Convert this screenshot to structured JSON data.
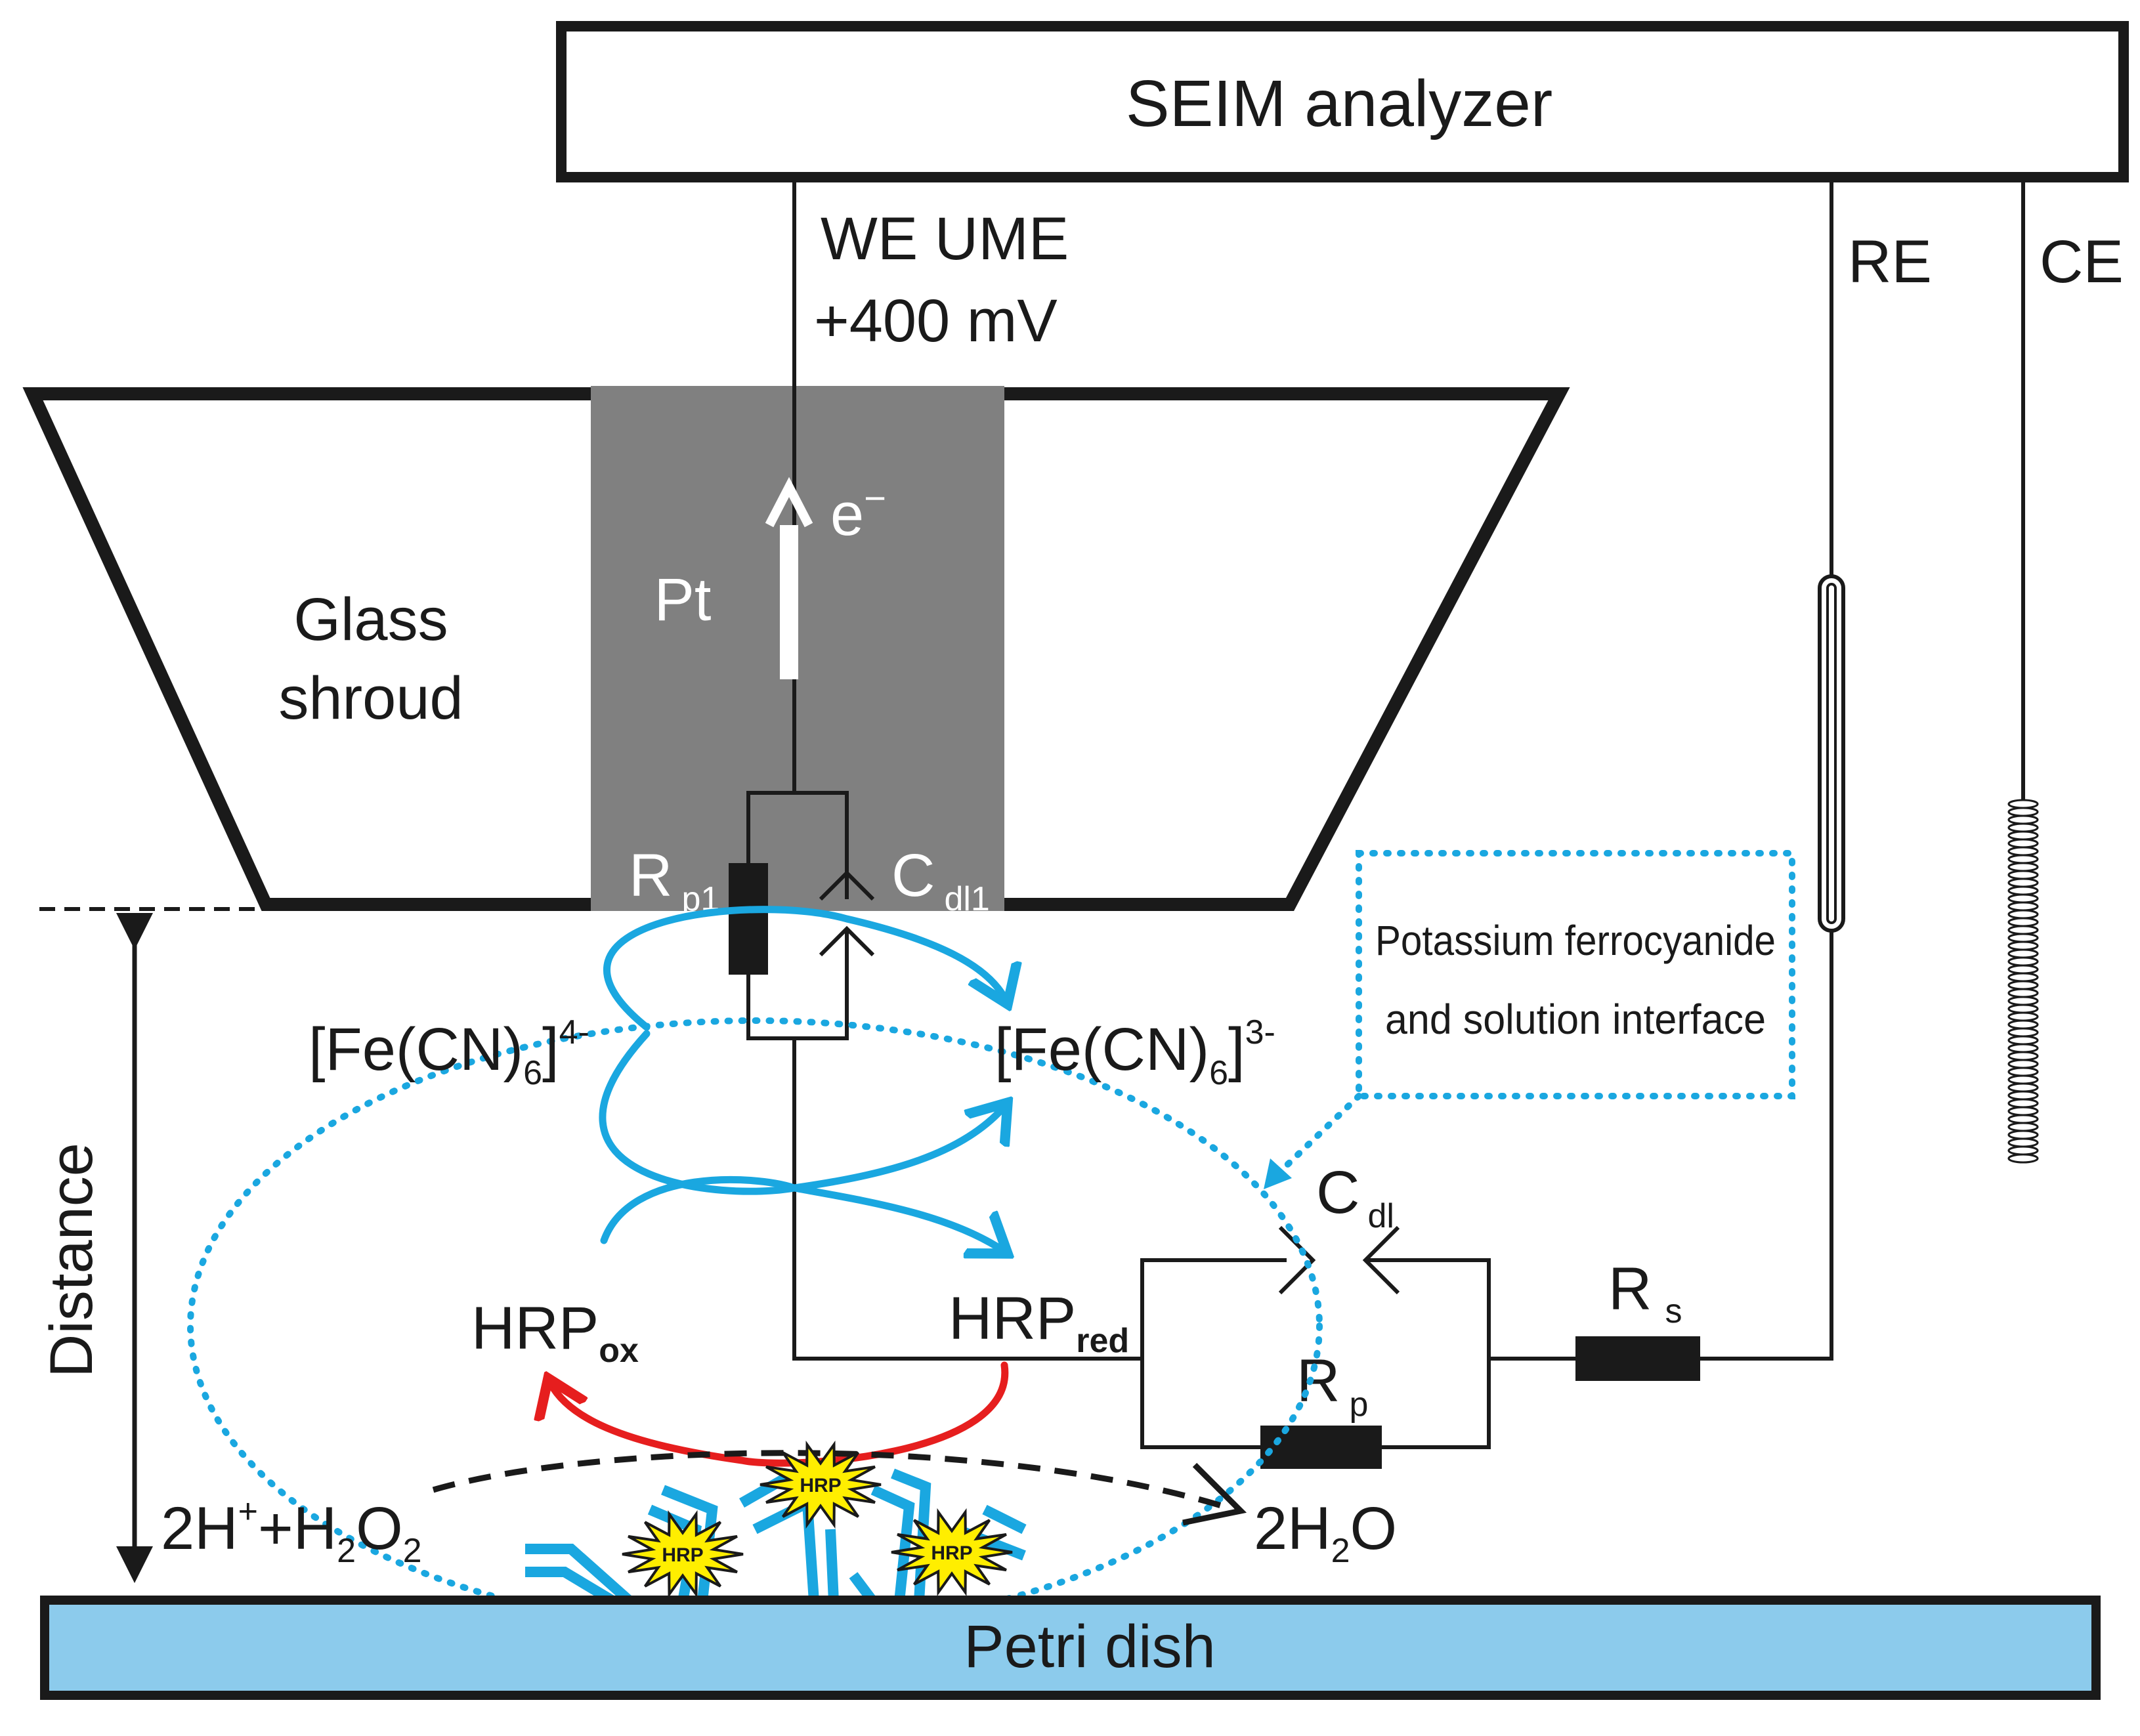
{
  "colors": {
    "outline": "#1a1a1a",
    "pt_fill": "#808080",
    "petri_fill": "#8ccbec",
    "reaction_blue": "#1aa7e0",
    "reaction_red": "#e61e1e",
    "hrp_star": "#ffee00"
  },
  "analyzer": {
    "label": "SEIM analyzer"
  },
  "working_electrode": {
    "line1": "WE UME",
    "line2": "+400 mV"
  },
  "reference_electrode": {
    "label": "RE"
  },
  "counter_electrode": {
    "label": "CE"
  },
  "shroud": {
    "line1": "Glass",
    "line2": "shroud"
  },
  "platinum": {
    "label": "Pt",
    "electron": "e",
    "electron_sup": "−"
  },
  "circuit": {
    "rp1": {
      "main": "R",
      "sub": "p1"
    },
    "cdl1": {
      "main": "C",
      "sub": "dl1"
    },
    "cdl": {
      "main": "C",
      "sub": "dl"
    },
    "rs": {
      "main": "R",
      "sub": "s"
    },
    "rp": {
      "main": "R",
      "sub": "p"
    }
  },
  "species": {
    "ferro": {
      "a": "[Fe(CN)",
      "sub": "6",
      "b": "]",
      "sup": "4-"
    },
    "ferri": {
      "a": "[Fe(CN)",
      "sub": "6",
      "b": "]",
      "sup": "3-"
    },
    "hrp_ox": {
      "main": "HRP",
      "sub": "ox"
    },
    "hrp_red": {
      "main": "HRP",
      "sub": "red"
    },
    "reactants": {
      "a": "2H",
      "sup": "+",
      "b": "+H",
      "sub1": "2",
      "c": "O",
      "sub2": "2"
    },
    "product": {
      "a": "2H",
      "sub": "2",
      "b": "O"
    }
  },
  "interface_box": {
    "line1": "Potassium ferrocyanide",
    "line2": "and solution  interface"
  },
  "distance_label": "Distance",
  "petri_dish": {
    "label": "Petri dish"
  },
  "hrp_label": "HRP"
}
